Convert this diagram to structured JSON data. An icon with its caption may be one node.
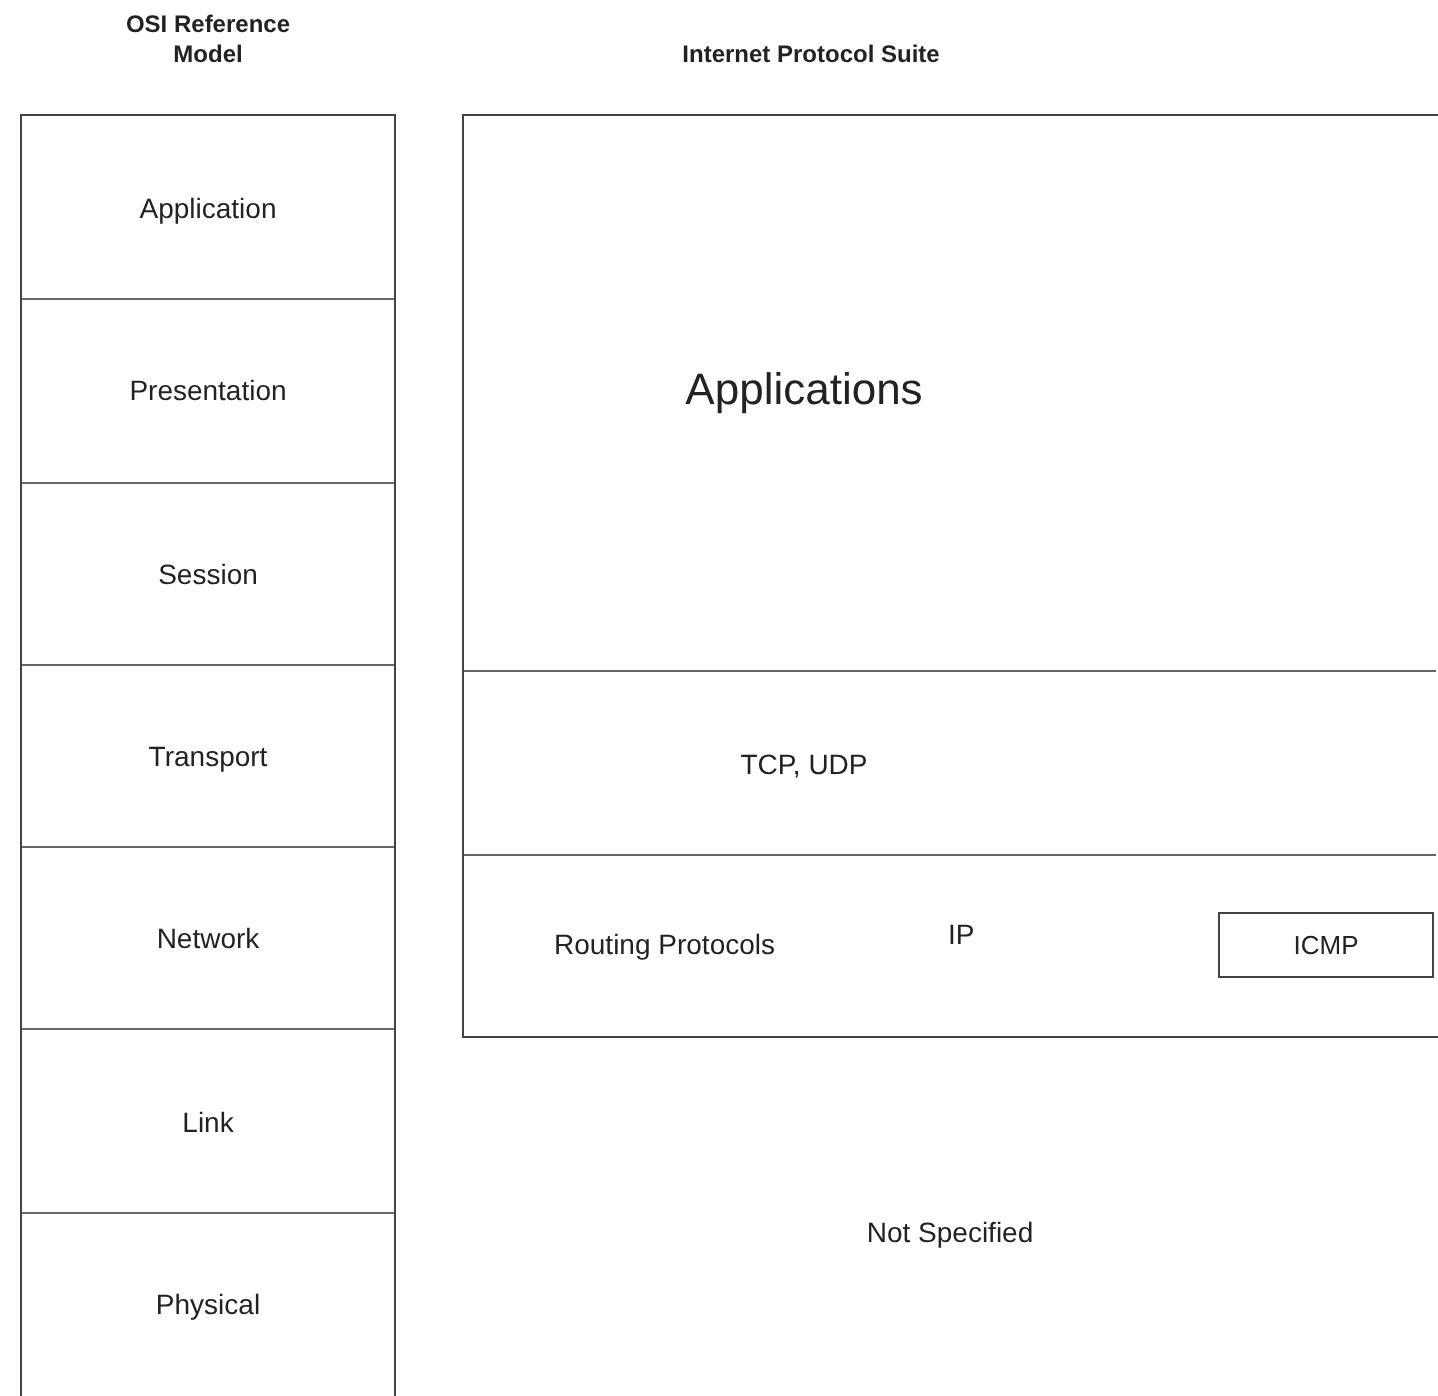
{
  "diagram": {
    "nodes": [
      {
        "text": [
          "OSI Reference Model"
        ]
      },
      {
        "text": [
          "Application"
        ],
        "in": 0
      },
      {
        "text": [
          "Presentation"
        ],
        "in": 0
      },
      {
        "text": [
          "Session"
        ],
        "in": 0
      },
      {
        "text": [
          "Transport"
        ],
        "in": 0
      },
      {
        "text": [
          "Network"
        ],
        "in": 0
      },
      {
        "text": [
          "Link"
        ],
        "in": 0
      },
      {
        "text": [
          "Physical"
        ],
        "in": 0
      },
      {
        "text": [
          "Internet Protocol Suite"
        ]
      },
      {
        "text": [
          "Applications"
        ],
        "in": 8
      },
      {
        "text": [
          "TCP, UDP"
        ],
        "in": 8
      },
      {
        "text": [
          "Routing Protocols",
          "IP"
        ],
        "in": 8
      },
      {
        "text": [
          "ICMP"
        ],
        "in": 11
      }
    ],
    "edges": [],
    "labels": [
      "Not Specified"
    ]
  }
}
